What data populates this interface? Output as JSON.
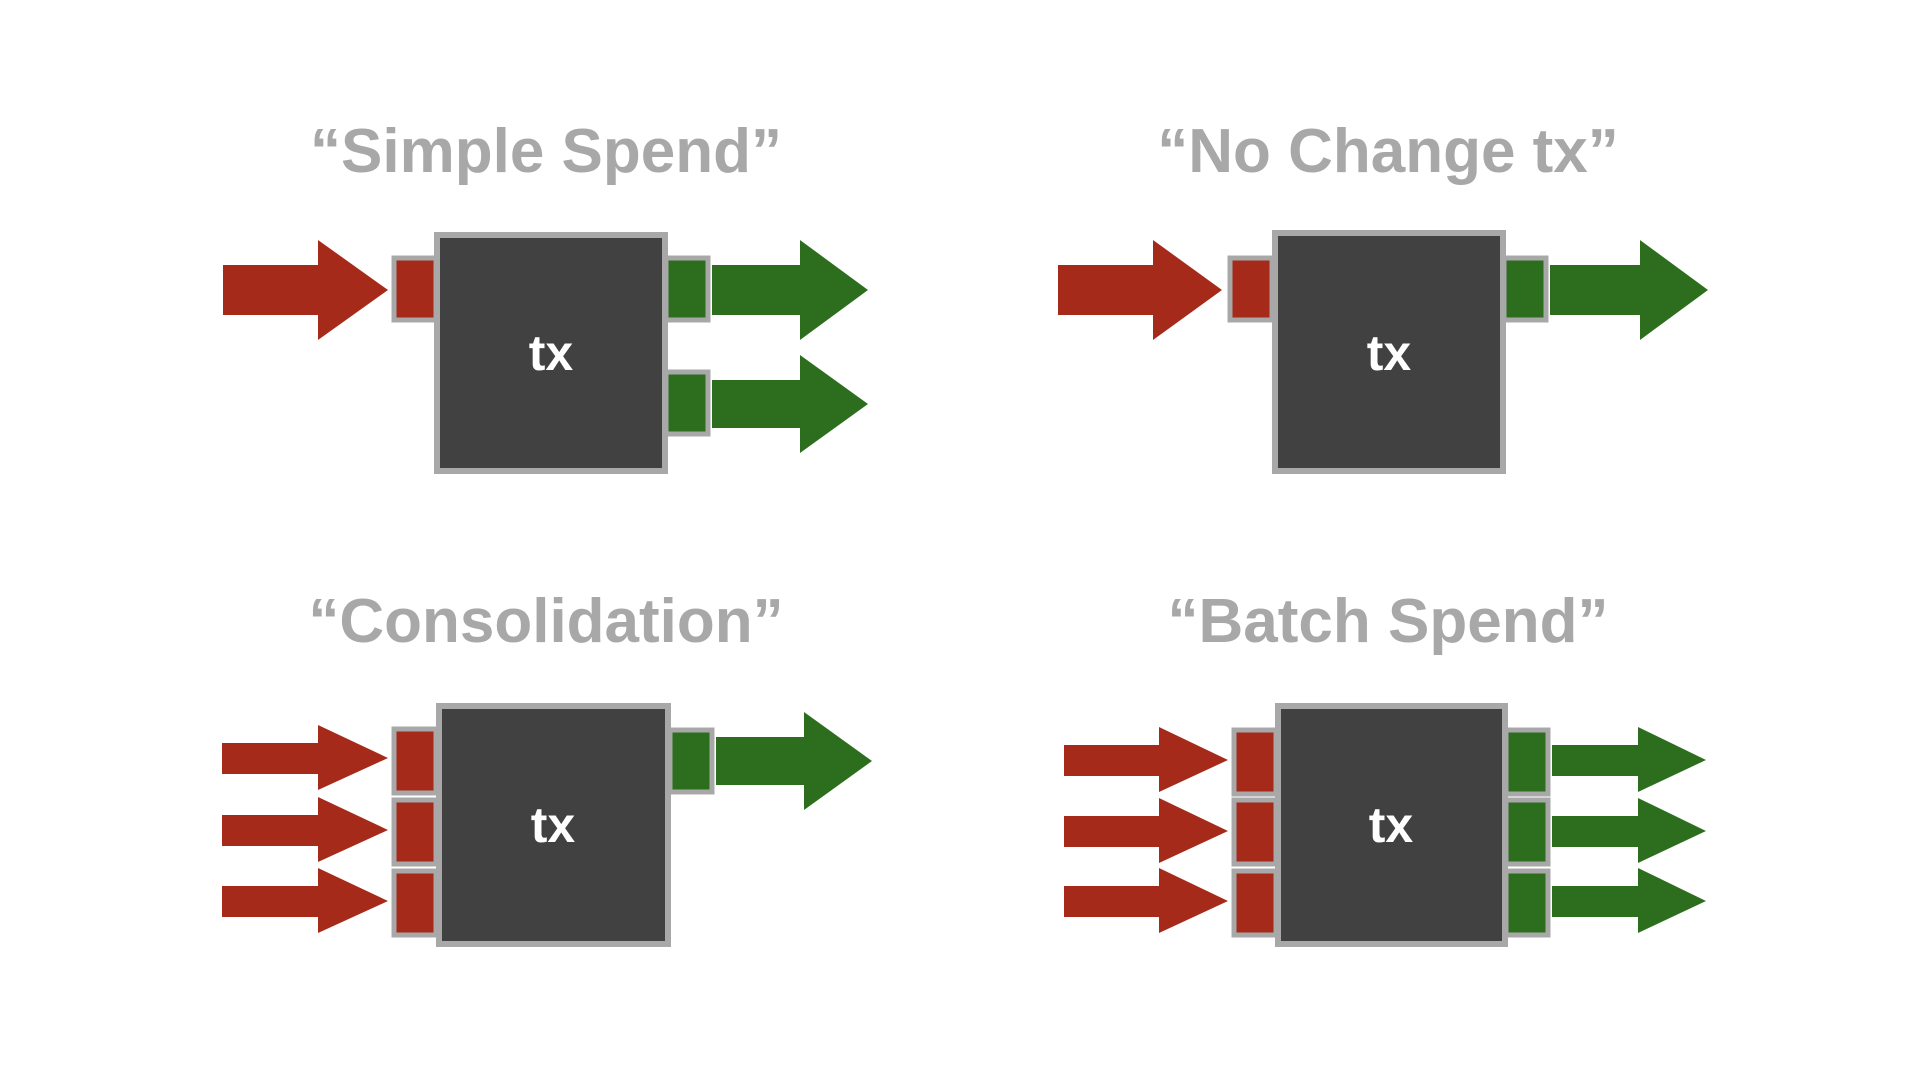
{
  "colors": {
    "title": "#a8a8a8",
    "input": "#a52a1a",
    "output": "#2d6e1e",
    "box_fill": "#414141",
    "box_stroke": "#a8a8a8",
    "tx_text": "#ffffff",
    "background": "#ffffff"
  },
  "diagrams": [
    {
      "title": "“Simple Spend”",
      "box_label": "tx",
      "inputs": 1,
      "outputs": 2
    },
    {
      "title": "“No Change tx”",
      "box_label": "tx",
      "inputs": 1,
      "outputs": 1
    },
    {
      "title": "“Consolidation”",
      "box_label": "tx",
      "inputs": 3,
      "outputs": 1
    },
    {
      "title": "“Batch Spend”",
      "box_label": "tx",
      "inputs": 3,
      "outputs": 3
    }
  ]
}
